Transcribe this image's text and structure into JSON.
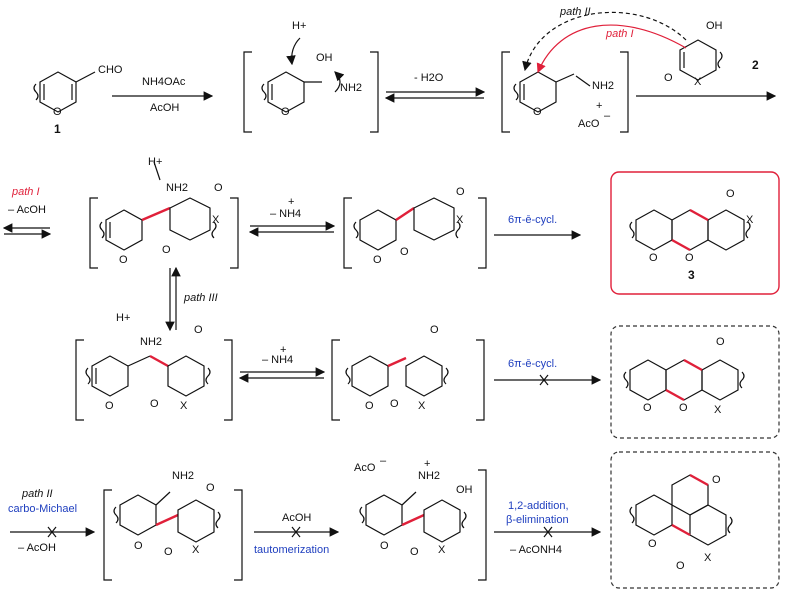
{
  "compounds": {
    "c1": "1",
    "c2": "2",
    "c3": "3"
  },
  "reagents": {
    "r1_top": "NH4OAc",
    "r1_bottom": "AcOH",
    "water_loss": "- H2O",
    "path1_loss": "– AcOH",
    "ammonium_loss_1": "– NH4",
    "cyclization_1": "6π-ē-cycl.",
    "path3": "path III",
    "ammonium_loss_2": "– NH4",
    "cyclization_2": "6π-ē-cycl.",
    "path2_label": "path II",
    "carbo_michael": "carbo-Michael",
    "path2_loss": "– AcOH",
    "acoh": "AcOH",
    "tautomerization": "tautomerization",
    "addition": "1,2-addition,",
    "elimination": "β-elimination",
    "final_loss": "– AcONH4"
  },
  "path_labels": {
    "path_i_top": "path I",
    "path_ii_top": "path II",
    "path_i_left": "path I"
  },
  "atoms": {
    "cho": "CHO",
    "hplus": "H+",
    "oh": "OH",
    "nh2": "NH2",
    "o": "O",
    "x": "X",
    "aco": "AcO",
    "minus": "–",
    "plus": "+"
  },
  "colors": {
    "accent_red": "#e0203a",
    "accent_blue": "#1f3fbf",
    "box_red": "#e0203a",
    "box_dashed": "#333333"
  }
}
